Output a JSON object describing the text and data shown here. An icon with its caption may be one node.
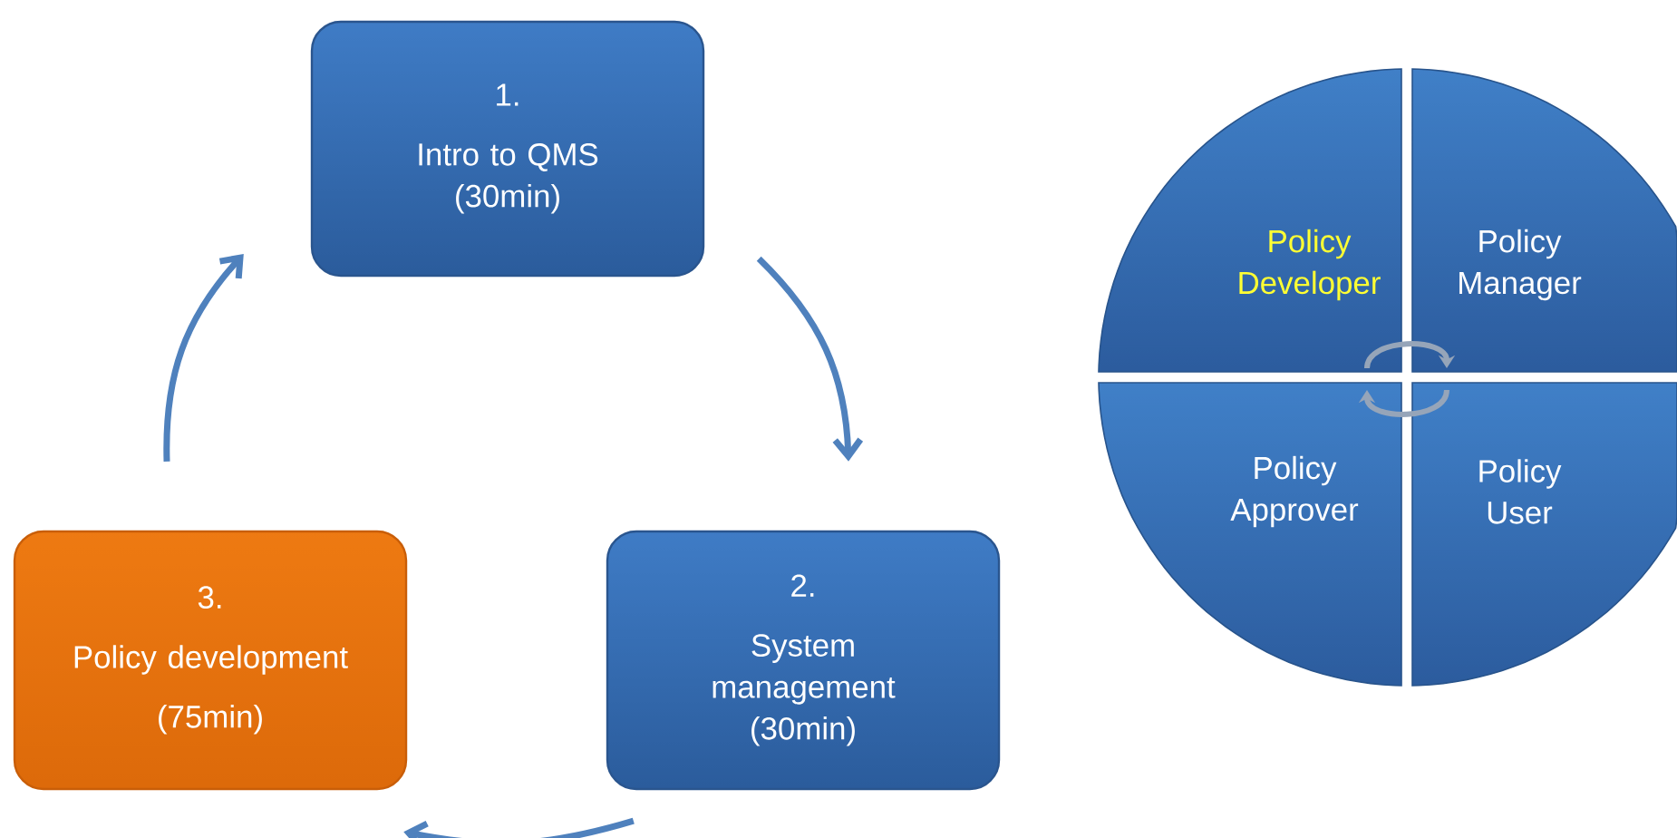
{
  "diagram": {
    "nodes": [
      {
        "text": [
          "1.",
          "Intro to QMS (30min)"
        ]
      },
      {
        "text": [
          "2.",
          "System management (30min)"
        ]
      },
      {
        "text": [
          "3.",
          "Policy development",
          "(75min)"
        ]
      },
      {
        "text": [
          "Policy Developer"
        ]
      },
      {
        "text": [
          "Policy Manager"
        ]
      },
      {
        "text": [
          "Policy Approver"
        ]
      },
      {
        "text": [
          "Policy User"
        ]
      }
    ],
    "edges": [
      {
        "from": 0,
        "to": 1,
        "arrow": "to"
      },
      {
        "from": 1,
        "to": 2,
        "arrow": "to"
      },
      {
        "from": 2,
        "to": 0,
        "arrow": "to"
      },
      {
        "from": 3,
        "to": 4,
        "arrow": "to",
        "color": "#96a5b9"
      },
      {
        "from": 6,
        "to": 5,
        "arrow": "to",
        "color": "#96a5b9"
      }
    ]
  }
}
